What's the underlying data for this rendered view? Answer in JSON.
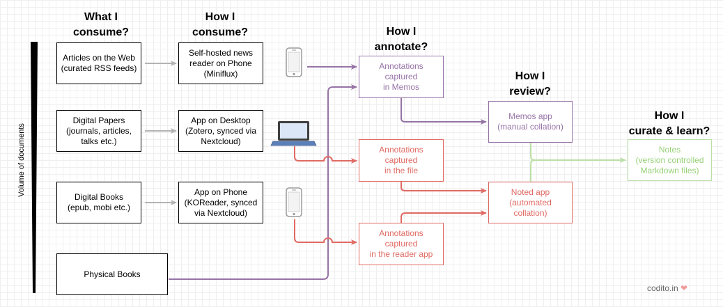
{
  "headers": {
    "consume_what": "What I\nconsume?",
    "consume_how": "How I\nconsume?",
    "annotate": "How I\nannotate?",
    "review": "How I\nreview?",
    "curate": "How I\ncurate & learn?"
  },
  "axis_label": "Volume of documents",
  "sources": {
    "web": "Articles on the Web\n(curated RSS feeds)",
    "papers": "Digital Papers\n(journals, articles,\ntalks etc.)",
    "books": "Digital Books\n(epub, mobi etc.)",
    "physical": "Physical Books"
  },
  "consumers": {
    "news_reader": "Self-hosted news\nreader on Phone\n(Miniflux)",
    "desktop": "App on Desktop\n(Zotero, synced via\nNextcloud)",
    "phone": "App on Phone\n(KOReader, synced\nvia Nextcloud)"
  },
  "annotations": {
    "memos": "Annotations captured\nin Memos",
    "file": "Annotations captured\nin the file",
    "reader": "Annotations captured\nin the reader app"
  },
  "review": {
    "memos_app": "Memos app\n(manual collation)",
    "noted_app": "Noted app\n(automated collation)"
  },
  "notes": "Notes\n(version controlled\nMarkdown files)",
  "footer": {
    "brand": "codito.in",
    "heart": "❤"
  },
  "icons": [
    "phone-icon",
    "laptop-icon",
    "phone-icon"
  ],
  "colors": {
    "purple": "#9673a6",
    "red": "#e06a63",
    "green": "#97d077",
    "gray": "#b3b3b3"
  }
}
